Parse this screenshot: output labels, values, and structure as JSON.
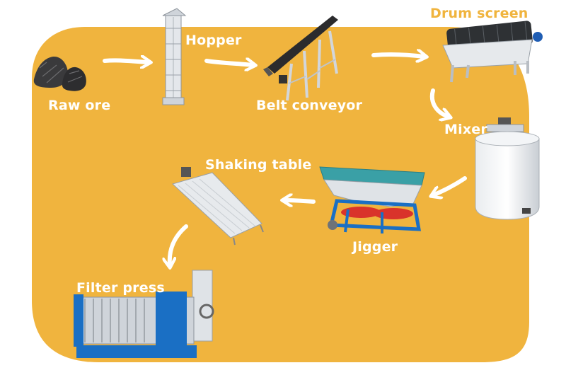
{
  "colors": {
    "background": "#ffffff",
    "panel": "#f0b43e",
    "arrow": "#ffffff",
    "label_text": "#ffffff",
    "label_accent": "#f0b43e",
    "machine_blue": "#1a6fc4",
    "machine_red": "#d9332b",
    "machine_gray": "#d7dbe0",
    "ore": "#3a3a3c"
  },
  "steps": [
    {
      "label": "Raw ore",
      "icon": "ore-icon"
    },
    {
      "label": "Hopper",
      "icon": "hopper-icon"
    },
    {
      "label": "Belt conveyor",
      "icon": "belt-conveyor-icon"
    },
    {
      "label": "Drum screen",
      "icon": "drum-screen-icon"
    },
    {
      "label": "Mixer",
      "icon": "mixer-icon"
    },
    {
      "label": "Jigger",
      "icon": "jigger-icon"
    },
    {
      "label": "Shaking table",
      "icon": "shaking-table-icon"
    },
    {
      "label": "Filter press",
      "icon": "filter-press-icon"
    }
  ]
}
